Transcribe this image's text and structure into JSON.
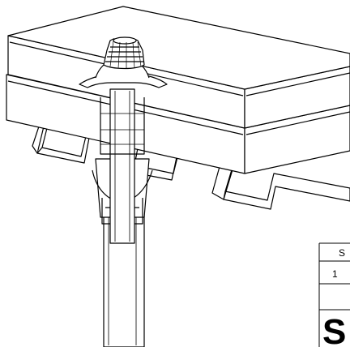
{
  "drawing": {
    "colors": {
      "line": "#000000",
      "fill": "#ffffff",
      "shade": "#e9e9e9"
    },
    "title_block": {
      "cell_1": "S",
      "cell_2": "1",
      "logo_letter": "S"
    }
  }
}
